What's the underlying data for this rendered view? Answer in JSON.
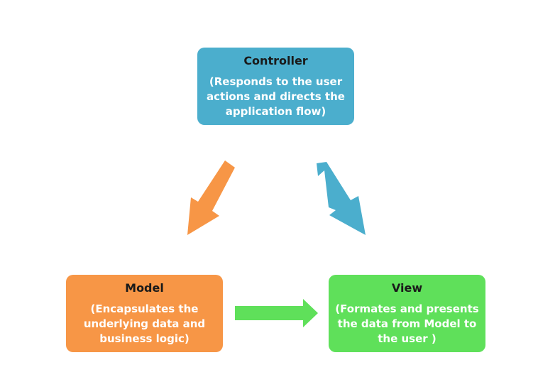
{
  "colors": {
    "controller": "#4baecd",
    "model": "#f79646",
    "view": "#5fe05a"
  },
  "controller": {
    "title": "Controller",
    "description": "(Responds to the user\nactions and  directs the\napplication flow)"
  },
  "model": {
    "title": "Model",
    "description": "(Encapsulates  the\nunderlying data and\nbusiness logic)"
  },
  "view": {
    "title": "View",
    "description": "(Formates and presents\nthe data from Model to\nthe user )"
  },
  "arrows": [
    {
      "from": "controller",
      "to": "model",
      "direction": "one-way",
      "color": "#f79646"
    },
    {
      "from": "model",
      "to": "view",
      "direction": "one-way",
      "color": "#5fe05a"
    },
    {
      "from": "controller",
      "to": "view",
      "direction": "two-way",
      "color": "#4baecd"
    }
  ]
}
